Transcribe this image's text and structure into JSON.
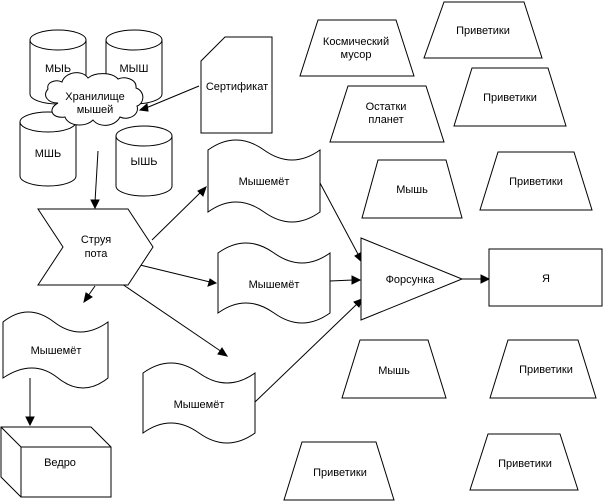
{
  "diagram": {
    "databases": [
      "МЫЬ",
      "МЫШ",
      "МШЬ",
      "ЫШЬ"
    ],
    "storage_cloud": [
      "Хранилище",
      "мышей"
    ],
    "certificate": "Сертификат",
    "stream": [
      "Струя",
      "пота"
    ],
    "mouse_throw_1": "Мышемёт",
    "mouse_throw_2": "Мышемёт",
    "mouse_throw_3": "Мышемёт",
    "mouse_throw_4": "Мышемёт",
    "bucket": "Ведро",
    "nozzle": "Форсунка",
    "me": "Я",
    "space_debris": [
      "Космический",
      "мусор"
    ],
    "planet_remains": [
      "Остатки",
      "планет"
    ],
    "mouse_1": "Мышь",
    "mouse_2": "Мышь",
    "greetings": [
      "Приветики",
      "Приветики",
      "Приветики",
      "Приветики",
      "Приветики",
      "Приветики"
    ]
  }
}
